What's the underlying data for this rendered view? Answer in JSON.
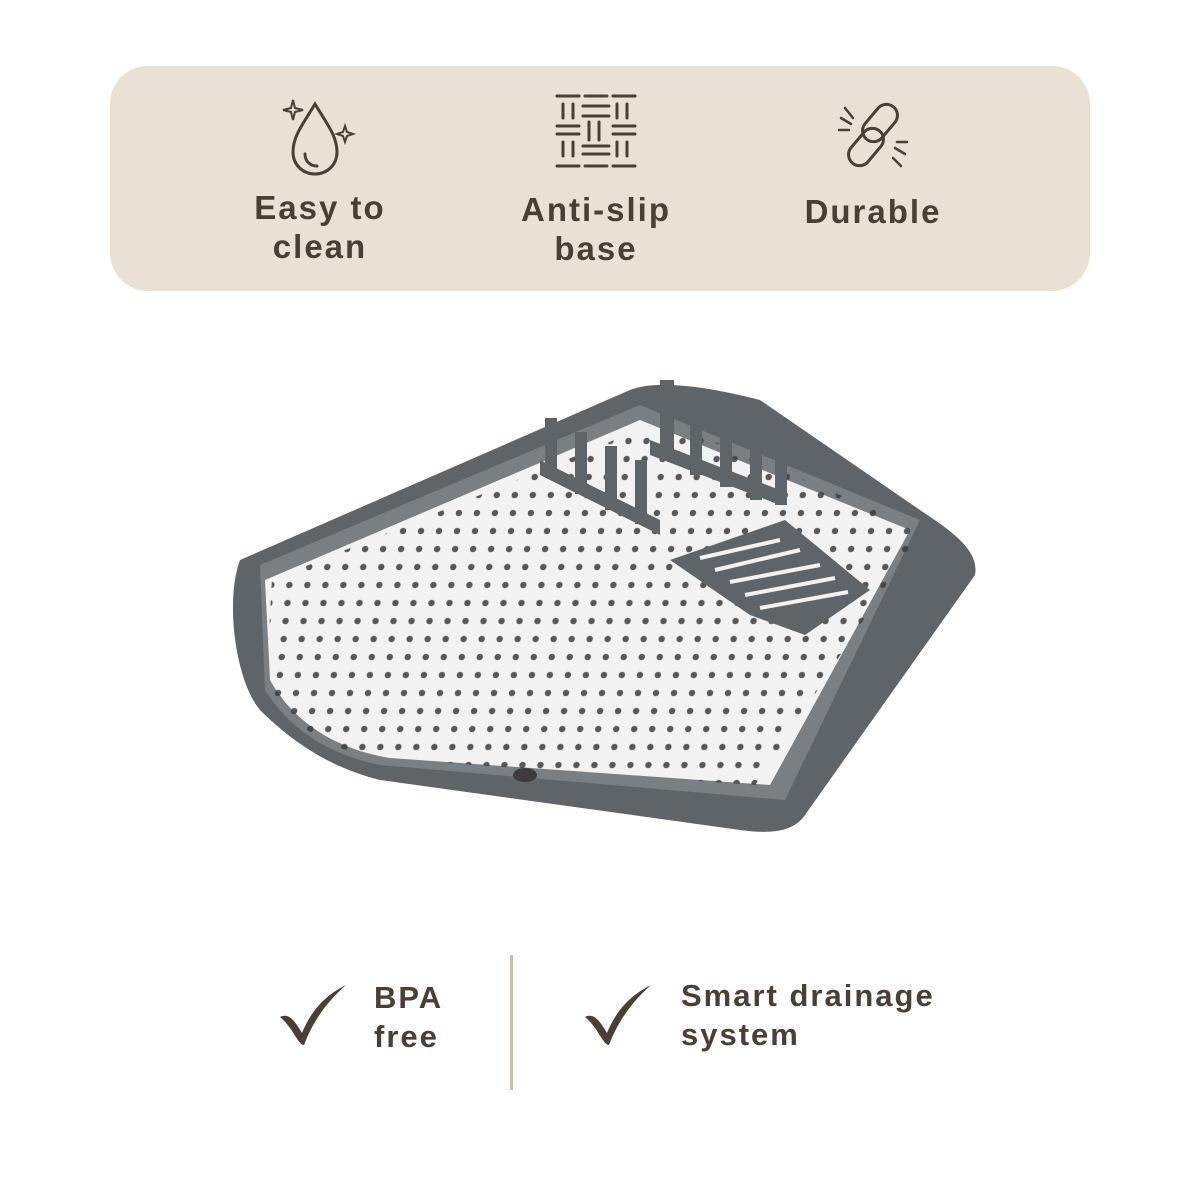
{
  "features": [
    {
      "label": "Easy to\nclean",
      "icon": "water-drop-sparkle-icon"
    },
    {
      "label": "Anti-slip\nbase",
      "icon": "grip-texture-icon"
    },
    {
      "label": "Durable",
      "icon": "chain-link-icon"
    }
  ],
  "claims": [
    {
      "label": "BPA\nfree",
      "icon": "checkmark-icon"
    },
    {
      "label": "Smart drainage\nsystem",
      "icon": "checkmark-icon"
    }
  ],
  "colors": {
    "banner": "#e9e1d6",
    "text": "#4a3f35",
    "tray": "#5f6468",
    "mat": "#f2f2f2"
  }
}
